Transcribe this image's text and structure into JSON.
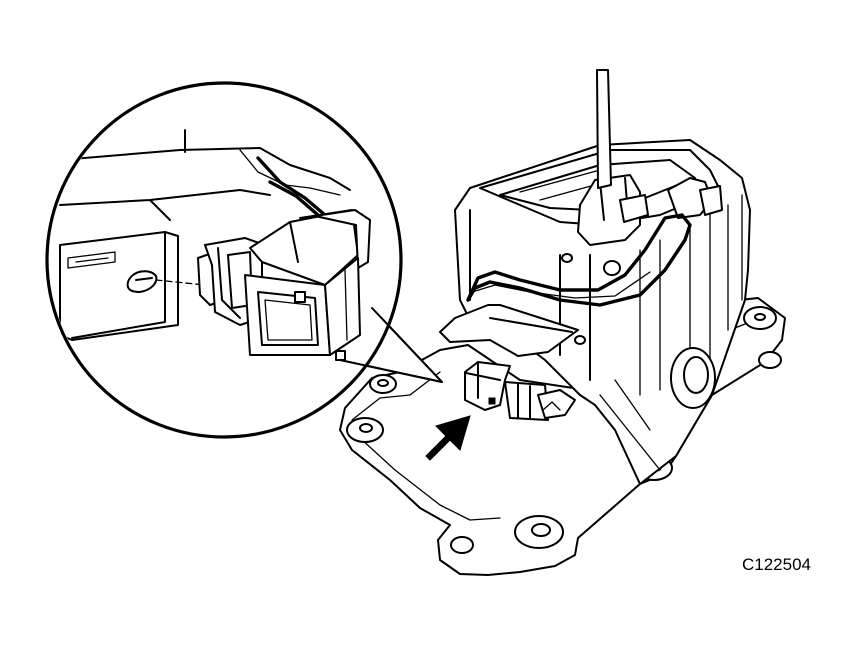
{
  "figure": {
    "code": "C122504"
  },
  "icons": {
    "detail_callout": "magnified-circle-callout",
    "indicator": "pointing-arrow"
  },
  "colors": {
    "line": "#000000",
    "background": "#ffffff"
  }
}
